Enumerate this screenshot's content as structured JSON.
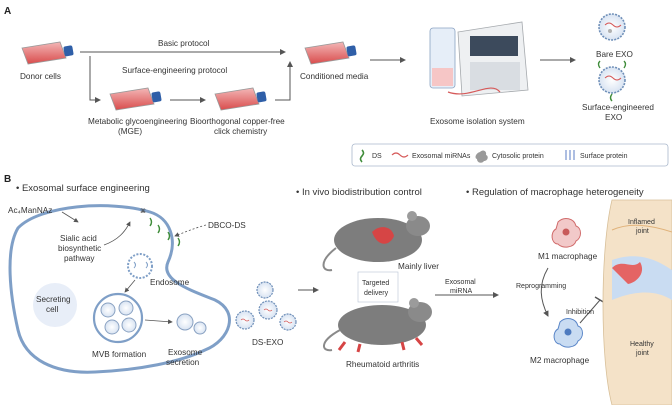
{
  "panel_a": {
    "label": "A",
    "donor_cells": "Donor cells",
    "basic_protocol": "Basic protocol",
    "surface_protocol": "Surface-engineering protocol",
    "mge_line1": "Metabolic glycoengineering",
    "mge_line2": "(MGE)",
    "click_line1": "Bioorthogonal copper-free",
    "click_line2": "click chemistry",
    "conditioned_media": "Conditioned media",
    "isolation_system": "Exosome isolation system",
    "bare_exo": "Bare EXO",
    "surface_exo_line1": "Surface-engineered",
    "surface_exo_line2": "EXO",
    "legend": {
      "ds": "DS",
      "mirnas": "Exosomal miRNAs",
      "cytosolic": "Cytosolic protein",
      "surface": "Surface protein"
    }
  },
  "panel_b": {
    "label": "B",
    "heading_surface": "• Exosomal surface engineering",
    "heading_biodist": "• In vivo biodistribution control",
    "heading_macro": "• Regulation of macrophage heterogeneity",
    "ac4mannaz": "Ac₄ManNAz",
    "dbco_ds": "DBCO-DS",
    "sialic_line1": "Sialic acid",
    "sialic_line2": "biosynthetic",
    "sialic_line3": "pathway",
    "endosome": "Endosome",
    "secreting_line1": "Secreting",
    "secreting_line2": "cell",
    "mvb": "MVB formation",
    "exo_sec_line1": "Exosome",
    "exo_sec_line2": "secretion",
    "ds_exo": "DS-EXO",
    "mainly_liver": "Mainly liver",
    "targeted_line1": "Targeted",
    "targeted_line2": "delivery",
    "exo_mirna_line1": "Exosomal",
    "exo_mirna_line2": "miRNA",
    "ra": "Rheumatoid arthritis",
    "m1": "M1 macrophage",
    "m2": "M2 macrophage",
    "reprogramming": "Reprogramming",
    "inhibition": "Inhibition",
    "inflamed_line1": "Inflamed",
    "inflamed_line2": "joint",
    "healthy_line1": "Healthy",
    "healthy_line2": "joint"
  },
  "colors": {
    "cell_outline": "#7f9fc7",
    "flask_red": "#e05a5a",
    "flask_cap": "#2f5fa8",
    "mouse_gray": "#7d7d7d",
    "ds_green": "#3f8c3a",
    "mirna_red": "#d65a5a"
  }
}
